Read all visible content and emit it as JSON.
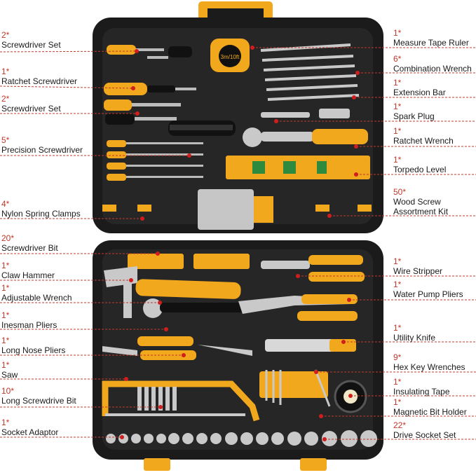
{
  "colors": {
    "case": "#1b1b1b",
    "accent": "#f2a81d",
    "leader": "#c0392b",
    "dot": "#d11d1d"
  },
  "left_labels": [
    {
      "count": "2*",
      "name": "Screwdriver Set"
    },
    {
      "count": "1*",
      "name": "Ratchet Screwdriver"
    },
    {
      "count": "2*",
      "name": "Screwdriver Set"
    },
    {
      "count": "5*",
      "name": "Precision Screwdriver"
    },
    {
      "count": "4*",
      "name": "Nylon Spring Clamps"
    },
    {
      "count": "20*",
      "name": "Screwdriver Bit"
    },
    {
      "count": "1*",
      "name": "Claw Hammer"
    },
    {
      "count": "1*",
      "name": "Adjustable Wrench"
    },
    {
      "count": "1*",
      "name": "Inesman Pliers"
    },
    {
      "count": "1*",
      "name": "Long Nose Pliers"
    },
    {
      "count": "1*",
      "name": "Saw"
    },
    {
      "count": "10*",
      "name": "Long Screwdrive Bit"
    },
    {
      "count": "1*",
      "name": "Socket Adaptor"
    }
  ],
  "right_labels": [
    {
      "count": "1*",
      "name": "Measure Tape Ruler"
    },
    {
      "count": "6*",
      "name": "Combination Wrench"
    },
    {
      "count": "1*",
      "name": "Extension Bar"
    },
    {
      "count": "1*",
      "name": "Spark Plug"
    },
    {
      "count": "1*",
      "name": "Ratchet Wrench"
    },
    {
      "count": "1*",
      "name": "Torpedo Level"
    },
    {
      "count": "50*",
      "name": "Wood Screw",
      "name2": "Assortment Kit"
    },
    {
      "count": "1*",
      "name": "Wire Stripper"
    },
    {
      "count": "1*",
      "name": "Water Pump Pliers"
    },
    {
      "count": "1*",
      "name": "Utility Knife"
    },
    {
      "count": "9*",
      "name": "Hex Key Wrenches"
    },
    {
      "count": "1*",
      "name": "Insulating Tape"
    },
    {
      "count": "1*",
      "name": "Magnetic Bit Holder"
    },
    {
      "count": "22*",
      "name": "Drive Socket Set"
    }
  ],
  "tape_text": "3m/10ft"
}
